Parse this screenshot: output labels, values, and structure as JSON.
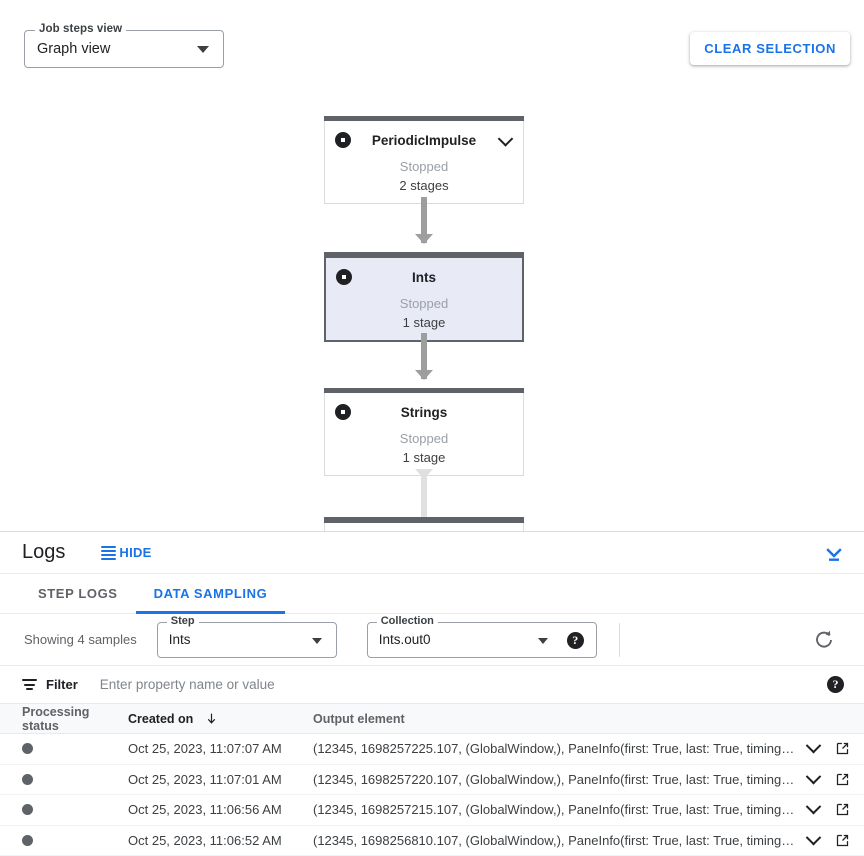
{
  "graph": {
    "view_select": {
      "label": "Job steps view",
      "value": "Graph view",
      "icon": "chevron-down-icon"
    },
    "clear_selection_label": "CLEAR SELECTION",
    "nodes": [
      {
        "name": "PeriodicImpulse",
        "status": "Stopped",
        "stages": "2 stages",
        "selected": false,
        "has_chevron": true,
        "icon": "stop-icon"
      },
      {
        "name": "Ints",
        "status": "Stopped",
        "stages": "1 stage",
        "selected": true,
        "has_chevron": false,
        "icon": "stop-icon"
      },
      {
        "name": "Strings",
        "status": "Stopped",
        "stages": "1 stage",
        "selected": false,
        "has_chevron": false,
        "icon": "stop-icon"
      }
    ],
    "colors": {
      "edge": "#9e9e9e",
      "edge_light": "#e0e0e0",
      "node_bar": "#5f6368",
      "selected_fill": "#e8eaf6"
    }
  },
  "logs": {
    "title": "Logs",
    "hide_label": "HIDE",
    "collapse_icon": "collapse-down-icon",
    "tabs": [
      {
        "label": "STEP LOGS",
        "active": false
      },
      {
        "label": "DATA SAMPLING",
        "active": true
      }
    ],
    "sampling": {
      "showing_text": "Showing 4 samples",
      "step": {
        "label": "Step",
        "value": "Ints"
      },
      "collection": {
        "label": "Collection",
        "value": "Ints.out0"
      },
      "help_icon": "help-icon",
      "refresh_icon": "refresh-icon"
    },
    "filter": {
      "icon": "filter-list-icon",
      "label": "Filter",
      "placeholder": "Enter property name or value",
      "value": "",
      "help_icon": "help-icon"
    },
    "table": {
      "columns": [
        {
          "key": "status",
          "label": "Processing status",
          "sorted": false
        },
        {
          "key": "created",
          "label": "Created on",
          "sorted": true,
          "sort_direction": "desc"
        },
        {
          "key": "output",
          "label": "Output element",
          "sorted": false
        }
      ],
      "rows": [
        {
          "status_icon": "status-dot",
          "created": "Oct 25, 2023, 11:07:07 AM",
          "output": "(12345, 1698257225.107, (GlobalWindow,), PaneInfo(first: True, last: True, timing…",
          "expand_icon": "chevron-down-icon",
          "open_icon": "open-in-new-icon"
        },
        {
          "status_icon": "status-dot",
          "created": "Oct 25, 2023, 11:07:01 AM",
          "output": "(12345, 1698257220.107, (GlobalWindow,), PaneInfo(first: True, last: True, timing…",
          "expand_icon": "chevron-down-icon",
          "open_icon": "open-in-new-icon"
        },
        {
          "status_icon": "status-dot",
          "created": "Oct 25, 2023, 11:06:56 AM",
          "output": "(12345, 1698257215.107, (GlobalWindow,), PaneInfo(first: True, last: True, timing…",
          "expand_icon": "chevron-down-icon",
          "open_icon": "open-in-new-icon"
        },
        {
          "status_icon": "status-dot",
          "created": "Oct 25, 2023, 11:06:52 AM",
          "output": "(12345, 1698256810.107, (GlobalWindow,), PaneInfo(first: True, last: True, timing…",
          "expand_icon": "chevron-down-icon",
          "open_icon": "open-in-new-icon"
        }
      ]
    }
  },
  "theme": {
    "accent": "#1a73e8",
    "text": "#202124",
    "muted": "#5f6368",
    "border": "#dadce0"
  }
}
